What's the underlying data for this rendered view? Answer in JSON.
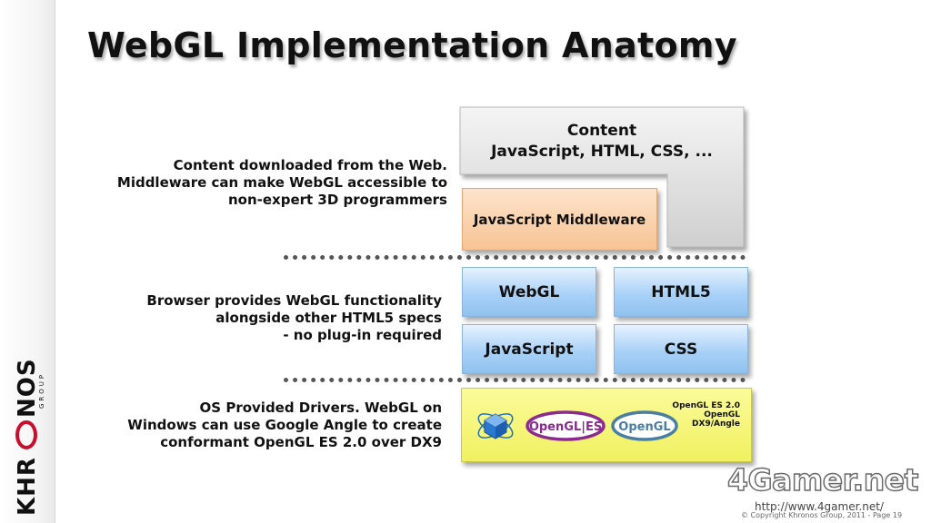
{
  "slide": {
    "title": "WebGL Implementation Anatomy",
    "logo_text": "KHRONOS GROUP"
  },
  "layers": {
    "content": {
      "description": [
        "Content downloaded from the Web.",
        "Middleware can make WebGL accessible to",
        "non-expert 3D programmers"
      ],
      "box_title": "Content",
      "box_subtitle": "JavaScript, HTML, CSS, ...",
      "middleware": "JavaScript Middleware"
    },
    "browser": {
      "description": [
        "Browser provides WebGL functionality",
        "alongside other HTML5 specs",
        "- no plug-in required"
      ],
      "boxes": [
        "WebGL",
        "HTML5",
        "JavaScript",
        "CSS"
      ]
    },
    "drivers": {
      "description": [
        "OS Provided Drivers.  WebGL on",
        "Windows can use Google Angle to create",
        "conformant OpenGL ES 2.0 over DX9"
      ],
      "labels": [
        "OpenGL ES 2.0",
        "OpenGL",
        "DX9/Angle"
      ],
      "logos": [
        "directx-icon",
        "opengl-es-logo",
        "opengl-logo"
      ],
      "logo_text": [
        "OpenGL|ES",
        "OpenGL"
      ]
    }
  },
  "footer": {
    "watermark": "4Gamer.net",
    "url": "http://www.4gamer.net/",
    "copyright": "© Copyright Khronos Group, 2011 - Page 19"
  },
  "colors": {
    "middleware": "#f7c394",
    "blue_box": "#a9d1f7",
    "drivers": "#f0f060",
    "content_box": "#d9d9d9"
  }
}
